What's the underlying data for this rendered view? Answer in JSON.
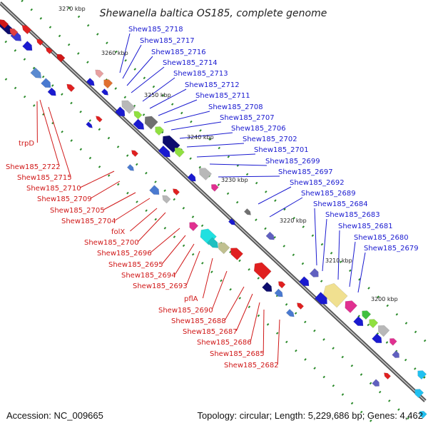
{
  "title": "Shewanella baltica OS185, complete genome",
  "footer": {
    "accession": "Accession: NC_009665",
    "topology": "Topology: circular; Length: 5,229,686 bp; Genes: 4,462"
  },
  "colors": {
    "forward": "#1a1ad0",
    "reverse": "#d01818",
    "backbone": "#7a7a7a",
    "ticks": "#2a8a2a"
  },
  "kbp_markers": [
    "3270 kbp",
    "3260 kbp",
    "3250 kbp",
    "3240 kbp",
    "3230 kbp",
    "3220 kbp",
    "3210 kbp",
    "3200 kbp"
  ],
  "forward_labels": [
    "Shew185_2718",
    "Shew185_2717",
    "Shew185_2716",
    "Shew185_2714",
    "Shew185_2713",
    "Shew185_2712",
    "Shew185_2711",
    "Shew185_2708",
    "Shew185_2707",
    "Shew185_2706",
    "Shew185_2702",
    "Shew185_2701",
    "Shew185_2699",
    "Shew185_2697",
    "Shew185_2692",
    "Shew185_2689",
    "Shew185_2684",
    "Shew185_2683",
    "Shew185_2681",
    "Shew185_2680",
    "Shew185_2679"
  ],
  "reverse_labels": [
    "trpD",
    "Shew185_2722",
    "Shew185_2715",
    "Shew185_2710",
    "Shew185_2709",
    "Shew185_2705",
    "Shew185_2704",
    "folX",
    "Shew185_2700",
    "Shew185_2696",
    "Shew185_2695",
    "Shew185_2694",
    "Shew185_2693",
    "pflA",
    "Shew185_2690",
    "Shew185_2688",
    "Shew185_2687",
    "Shew185_2686",
    "Shew185_2685",
    "Shew185_2682"
  ]
}
